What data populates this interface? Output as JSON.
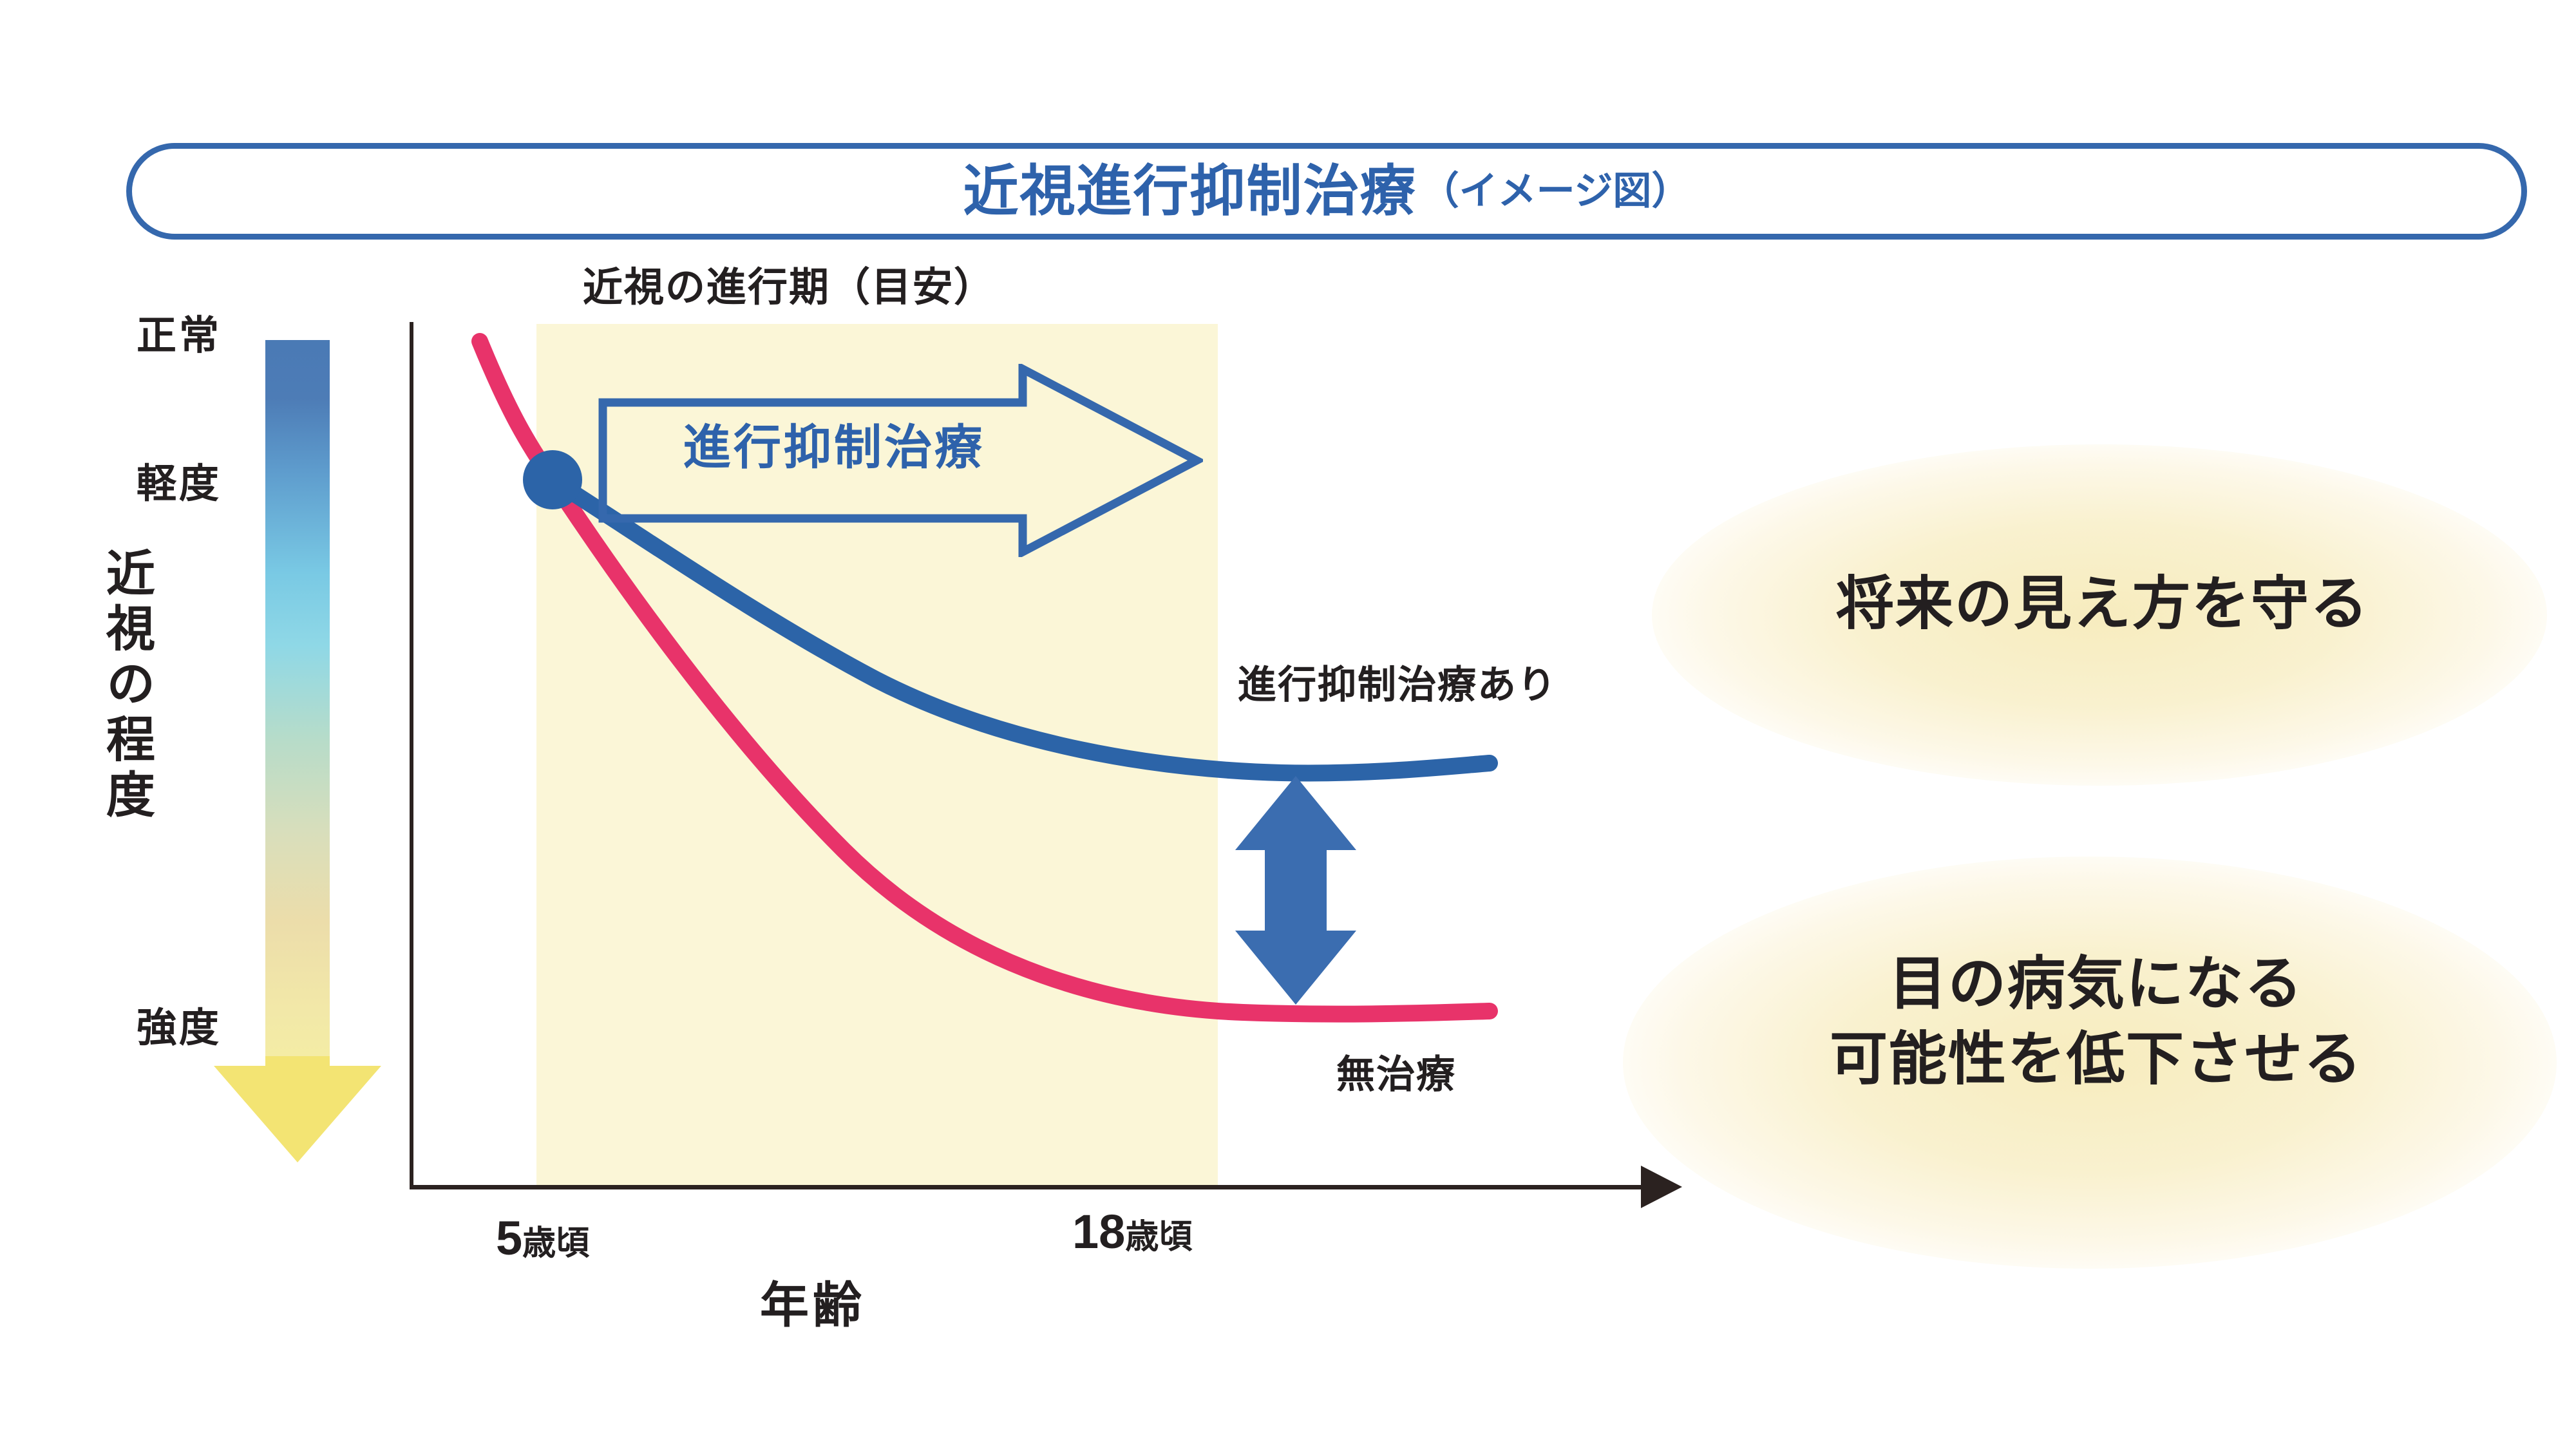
{
  "title": {
    "main": "近視進行抑制治療",
    "sub": "（イメージ図）"
  },
  "chart_data": {
    "type": "line",
    "title": "近視進行抑制治療（イメージ図）",
    "xlabel": "年齢",
    "ylabel": "近視の程度",
    "xlim": [
      3,
      22
    ],
    "ylim": [
      0,
      10
    ],
    "grid": false,
    "legend": "inline-labels",
    "band": {
      "label": "近視の進行期（目安）",
      "x_start": 5,
      "x_end": 18,
      "color": "#fbf6d7"
    },
    "branch_point": {
      "x": 5,
      "y": 2.2,
      "color": "#2c64a8"
    },
    "series": [
      {
        "name": "進行抑制治療あり",
        "color": "#2c64a8",
        "x": [
          5,
          6.5,
          8,
          10,
          12,
          14,
          16,
          18,
          20.5
        ],
        "y": [
          2.2,
          3.1,
          3.8,
          4.6,
          5.2,
          5.6,
          5.85,
          6.0,
          6.05
        ]
      },
      {
        "name": "無治療",
        "color": "#e8336a",
        "x": [
          3.4,
          4.2,
          5,
          6.5,
          8,
          10,
          12,
          14,
          16,
          18,
          20.5
        ],
        "y": [
          0.15,
          1.1,
          2.2,
          3.9,
          5.1,
          6.4,
          7.3,
          7.9,
          8.3,
          8.5,
          8.55
        ]
      }
    ],
    "y_scale": {
      "labels": [
        "正常",
        "軽度",
        "強度"
      ],
      "direction": "downward-worse",
      "gradient": [
        "#4a7ab5",
        "#79c9e4",
        "#ecddaa",
        "#f3e473"
      ]
    },
    "x_ticks": [
      {
        "value": 5,
        "num": "5",
        "unit": "歳頃"
      },
      {
        "value": 18,
        "num": "18",
        "unit": "歳頃"
      }
    ],
    "annotations": [
      {
        "name": "treatment-arrow",
        "text": "進行抑制治療",
        "color": "#2e62ab",
        "shape": "right-arrow-outline"
      },
      {
        "name": "difference-arrow",
        "text": "",
        "color": "#3b6db0",
        "shape": "double-headed-vertical-arrow"
      }
    ]
  },
  "messages": {
    "top": "将来の見え方を守る",
    "bottom_line1": "目の病気になる",
    "bottom_line2": "可能性を低下させる"
  },
  "colors": {
    "treated_blue": "#2c64a8",
    "untreated_pink": "#e8336a",
    "band_yellow": "#fbf6d7",
    "glow_yellow": "#f7ecbe",
    "title_border": "#3568ad",
    "axis_black": "#2b2220",
    "arrow_blue": "#3b6db0"
  }
}
